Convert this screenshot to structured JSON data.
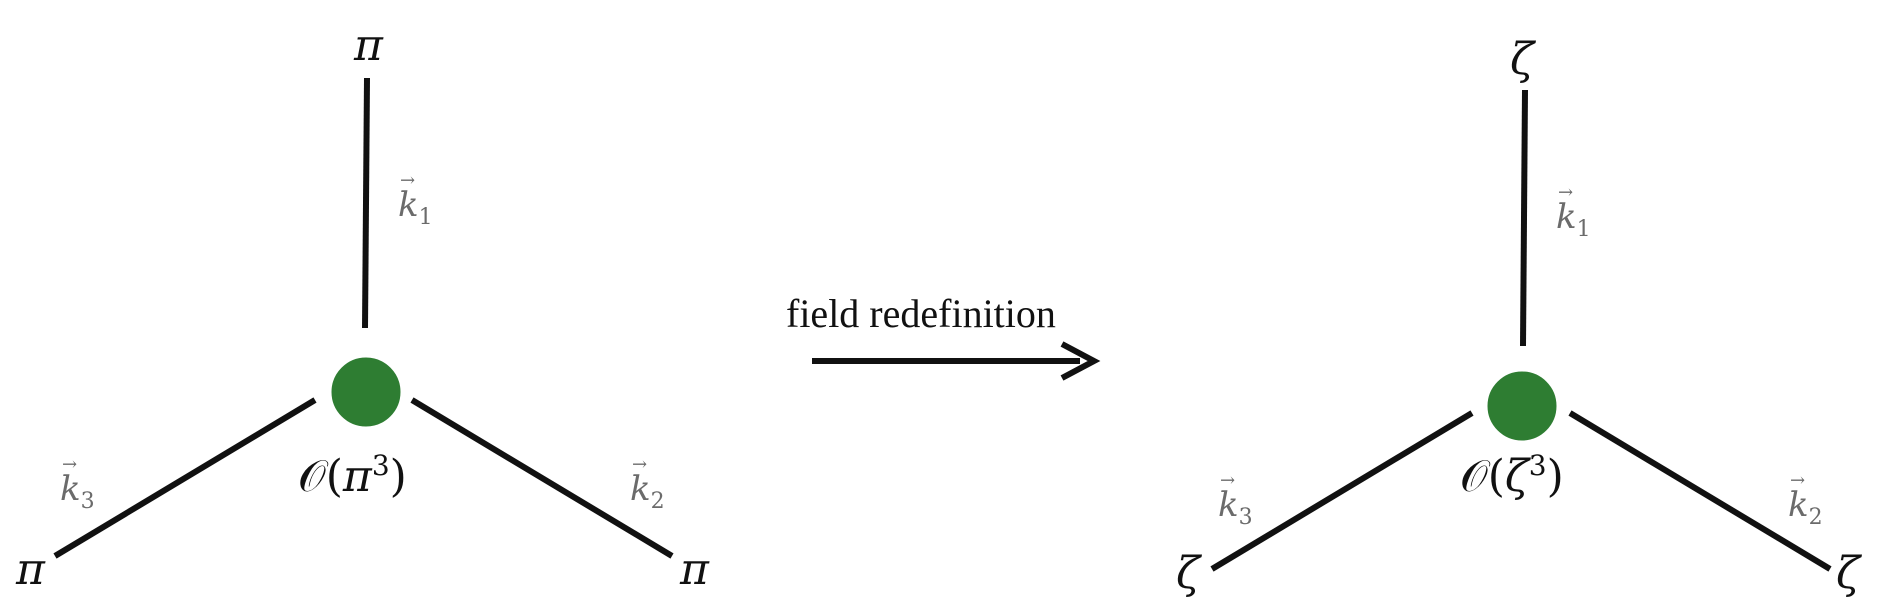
{
  "left_diagram": {
    "external_top": "π",
    "external_left": "π",
    "external_right": "π",
    "momentum_1": {
      "symbol": "k",
      "subscript": "1"
    },
    "momentum_2": {
      "symbol": "k",
      "subscript": "2"
    },
    "momentum_3": {
      "symbol": "k",
      "subscript": "3"
    },
    "vertex_label": {
      "prefix": "𝒪(",
      "field": "π",
      "power": "3",
      "suffix": ")"
    }
  },
  "right_diagram": {
    "external_top": "ζ",
    "external_left": "ζ",
    "external_right": "ζ",
    "momentum_1": {
      "symbol": "k",
      "subscript": "1"
    },
    "momentum_2": {
      "symbol": "k",
      "subscript": "2"
    },
    "momentum_3": {
      "symbol": "k",
      "subscript": "3"
    },
    "vertex_label": {
      "prefix": "𝒪(",
      "field": "ζ",
      "power": "3",
      "suffix": ")"
    }
  },
  "transition": {
    "label": "field redefinition"
  },
  "colors": {
    "vertex": "#2e7d32",
    "line": "#111111",
    "momentum_text": "#6b6b6b"
  }
}
